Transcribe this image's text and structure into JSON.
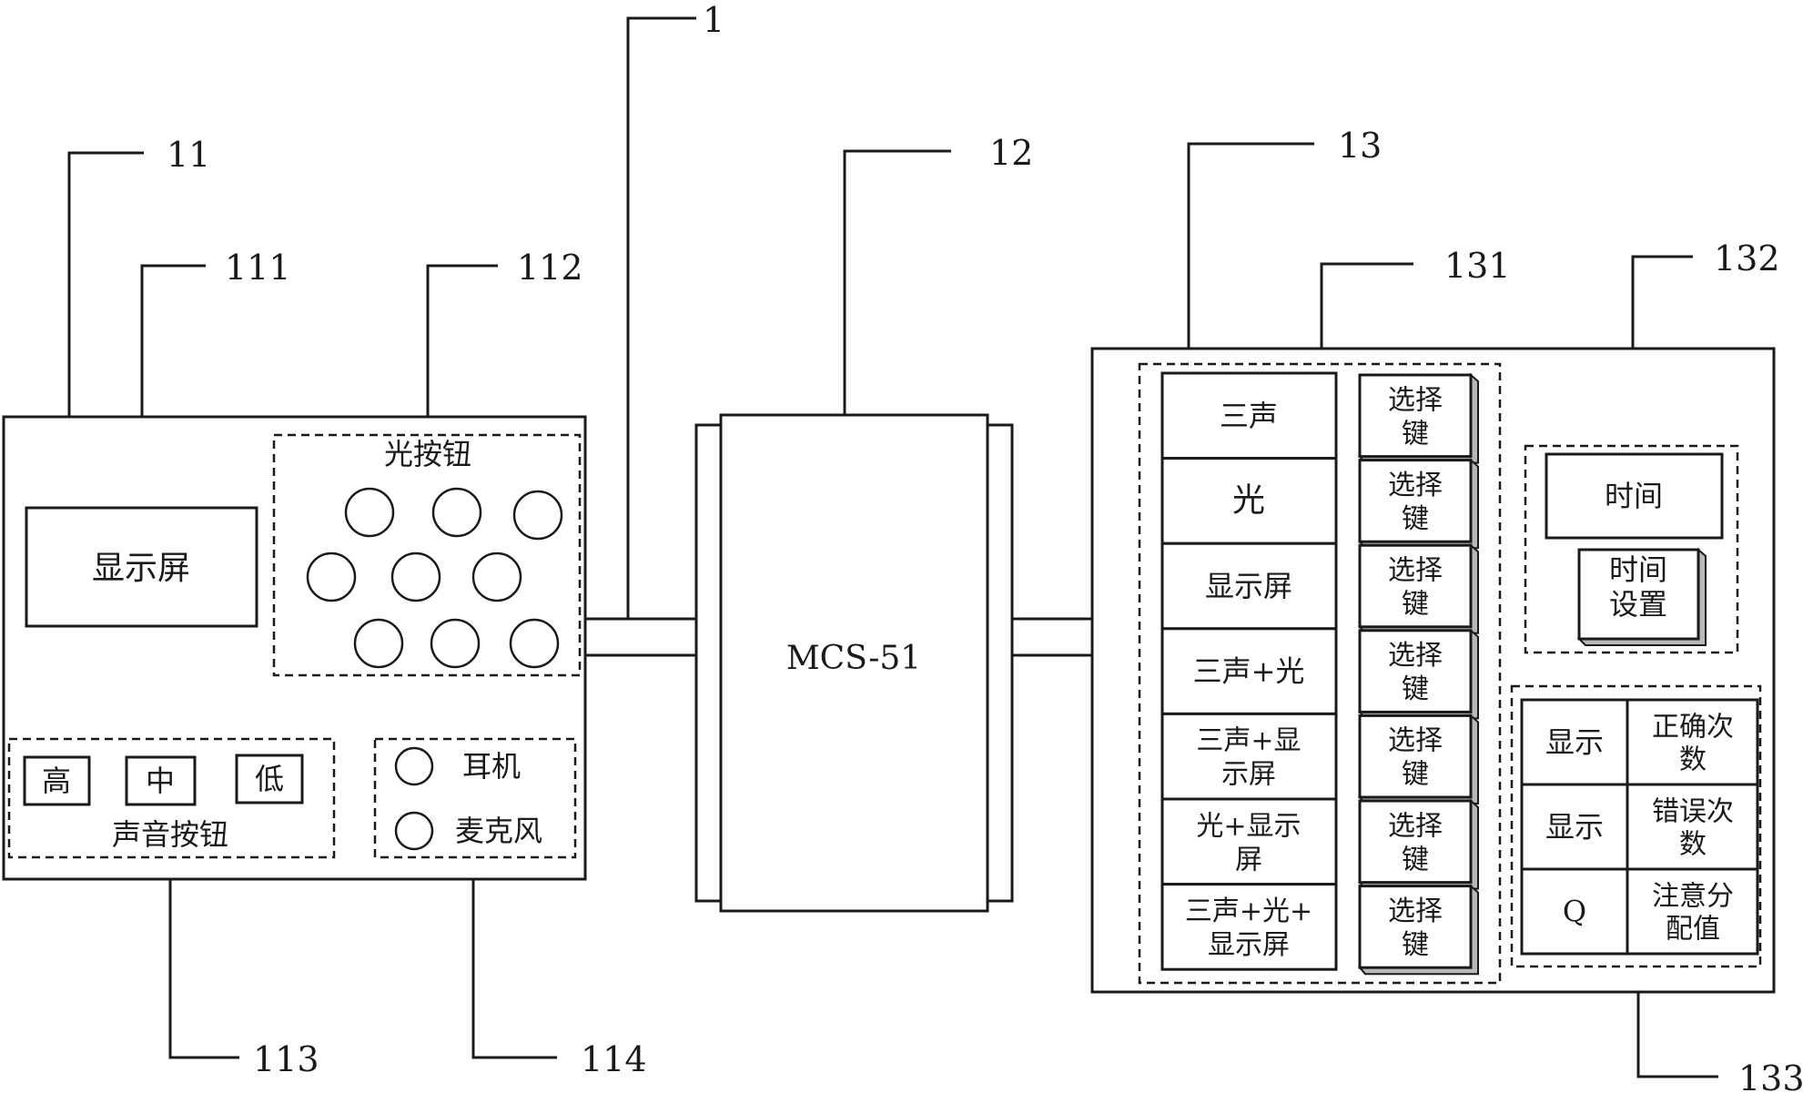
{
  "refs": {
    "r1": "1",
    "r11": "11",
    "r111": "111",
    "r112": "112",
    "r113": "113",
    "r114": "114",
    "r12": "12",
    "r13": "13",
    "r131": "131",
    "r132": "132",
    "r133": "133"
  },
  "left_device": {
    "display_screen": "显示屏",
    "light_buttons_label": "光按钮",
    "sound_buttons": [
      "高",
      "中",
      "低"
    ],
    "sound_buttons_label": "声音按钮",
    "earphone": "耳机",
    "microphone": "麦克风"
  },
  "controller": {
    "label": "MCS-51"
  },
  "right_device": {
    "modes": [
      [
        "三声"
      ],
      [
        "光"
      ],
      [
        "显示屏"
      ],
      [
        "三声+光"
      ],
      [
        "三声+显",
        "示屏"
      ],
      [
        "光+显示",
        "屏"
      ],
      [
        "三声+光+",
        "显示屏"
      ]
    ],
    "select_key": [
      "选择",
      "键"
    ],
    "time": "时间",
    "time_setting": [
      "时间",
      "设置"
    ],
    "results": [
      {
        "left": [
          "显示"
        ],
        "right": [
          "正确次",
          "数"
        ]
      },
      {
        "left": [
          "显示"
        ],
        "right": [
          "错误次",
          "数"
        ]
      },
      {
        "left": [
          "Q"
        ],
        "right": [
          "注意分",
          "配值"
        ]
      }
    ]
  }
}
